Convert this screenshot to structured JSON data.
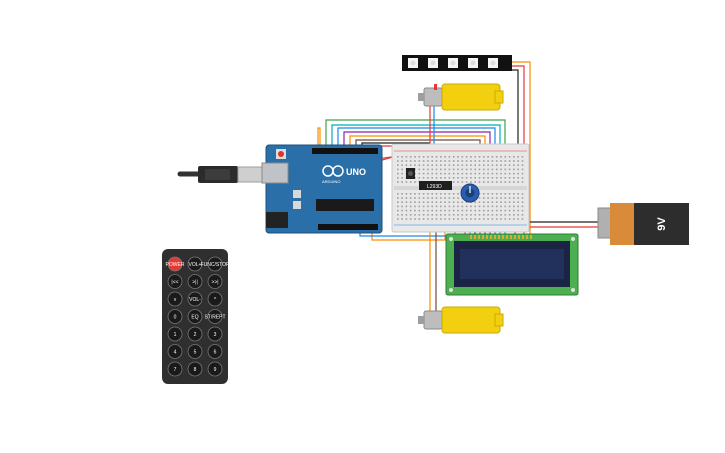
{
  "arduino": {
    "brand_label": "UNO",
    "ic_label": "",
    "logo_text": "ARDUINO"
  },
  "battery": {
    "label": "9V"
  },
  "shift_register": {
    "label": "L293D"
  },
  "remote": {
    "buttons": [
      [
        "POWER",
        "VOL+",
        "FUNC/STOP"
      ],
      [
        "|<<",
        ">||",
        ">>|"
      ],
      [
        "v",
        "VOL-",
        "^"
      ],
      [
        "0",
        "EQ",
        "ST/REPT"
      ],
      [
        "1",
        "2",
        "3"
      ],
      [
        "4",
        "5",
        "6"
      ],
      [
        "7",
        "8",
        "9"
      ]
    ]
  },
  "wire_colors": [
    "#e53935",
    "#1e88e5",
    "#43a047",
    "#fb8c00",
    "#8e24aa",
    "#00acc1",
    "#6d4c41",
    "#212121",
    "#fdd835",
    "#d81b60"
  ]
}
